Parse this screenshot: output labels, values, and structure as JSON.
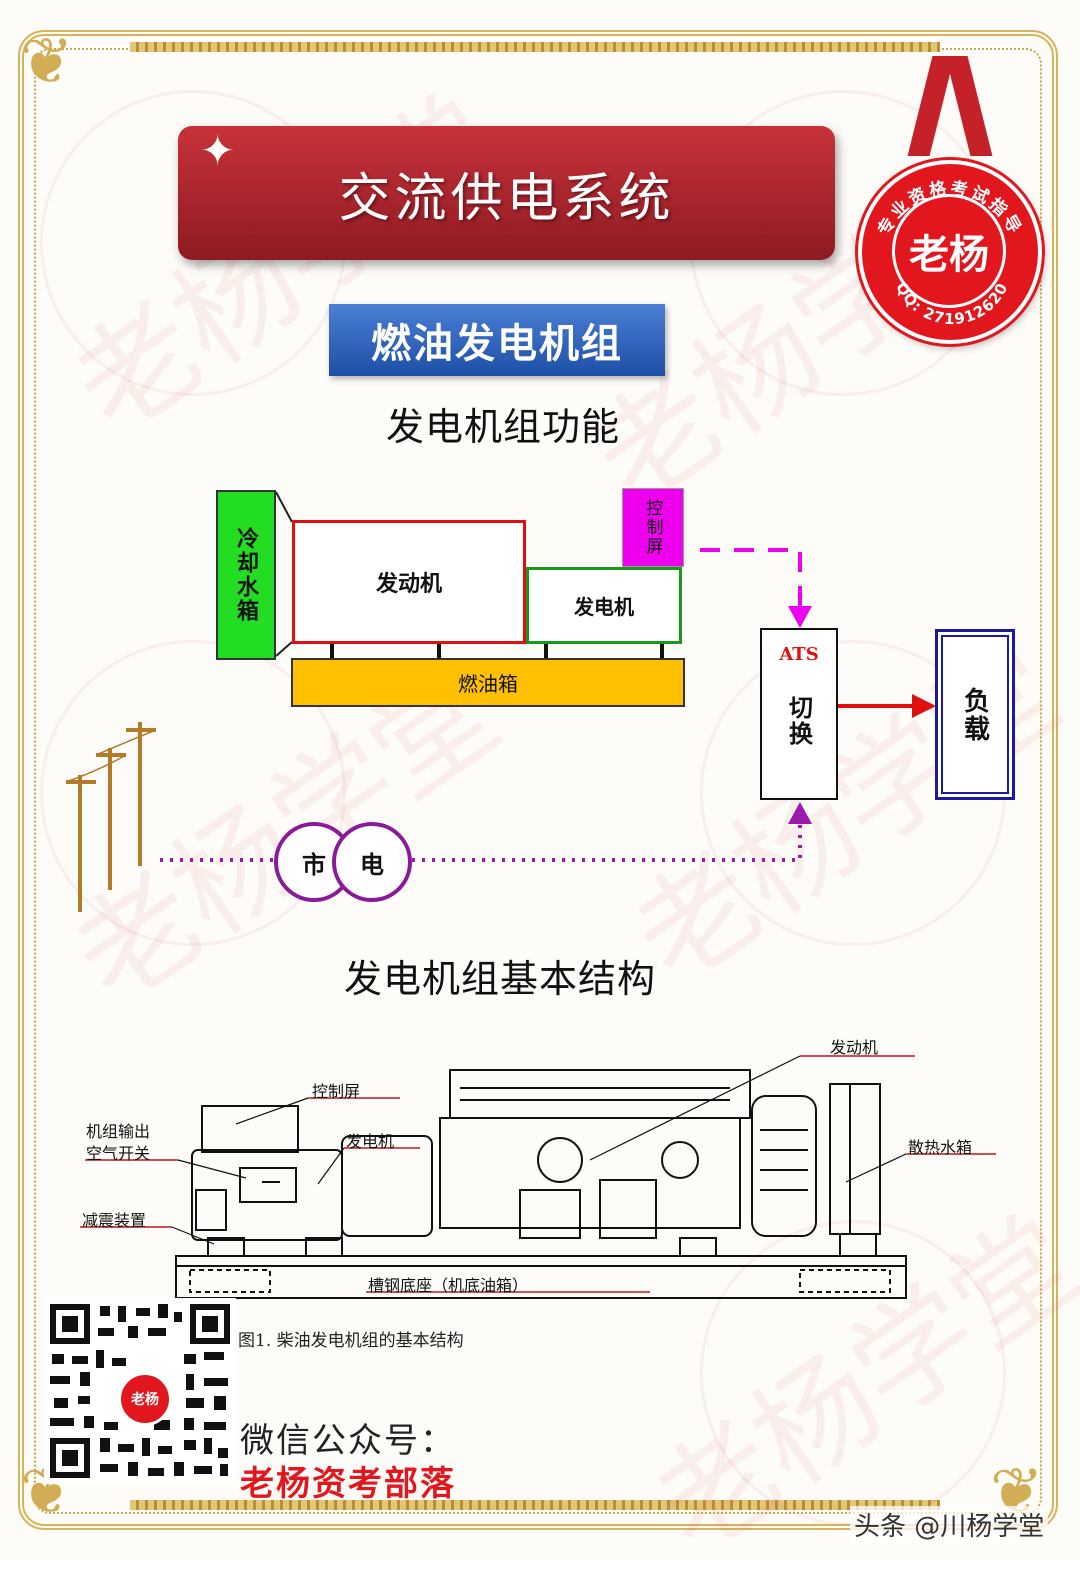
{
  "title": "交流供电系统",
  "section": "燃油发电机组",
  "seal": {
    "center_text": "老杨",
    "ring_text": "专业资格考试指导",
    "qq": "QQ: 271912620"
  },
  "watermark_text": "老杨学堂",
  "function_diagram": {
    "heading": "发电机组功能",
    "cooling_tank": "冷却水箱",
    "engine": "发动机",
    "generator": "发电机",
    "control_panel": "控制屏",
    "fuel_tank": "燃油箱",
    "ats_label": "ATS",
    "switch_label": "切换",
    "load_label": "负载",
    "mains_1": "市",
    "mains_2": "电",
    "colors": {
      "cooling": "#22dd22",
      "engine_border": "#e01010",
      "generator_border": "#1a9a1a",
      "control": "#ee00ee",
      "fuel": "#ffc000",
      "ats_text": "#e01010",
      "load_border": "#1a1aa0",
      "mains": "#8a1a9a",
      "arrow_control": "#ee00ee",
      "arrow_load": "#e01010",
      "mains_line": "#9a1aaa"
    }
  },
  "structure_diagram": {
    "heading": "发电机组基本结构",
    "labels": {
      "engine": "发动机",
      "control_panel": "控制屏",
      "breaker_line1": "机组输出",
      "breaker_line2": "空气开关",
      "generator": "发电机",
      "radiator": "散热水箱",
      "damper": "减震装置",
      "base": "槽钢底座（机底油箱）"
    },
    "caption": "图1.  柴油发电机组的基本结构"
  },
  "footer": {
    "wechat_label": "微信公众号：",
    "wechat_name": "老杨资考部落",
    "qr_logo_text": "老杨",
    "source": "头条 @川杨学堂"
  }
}
